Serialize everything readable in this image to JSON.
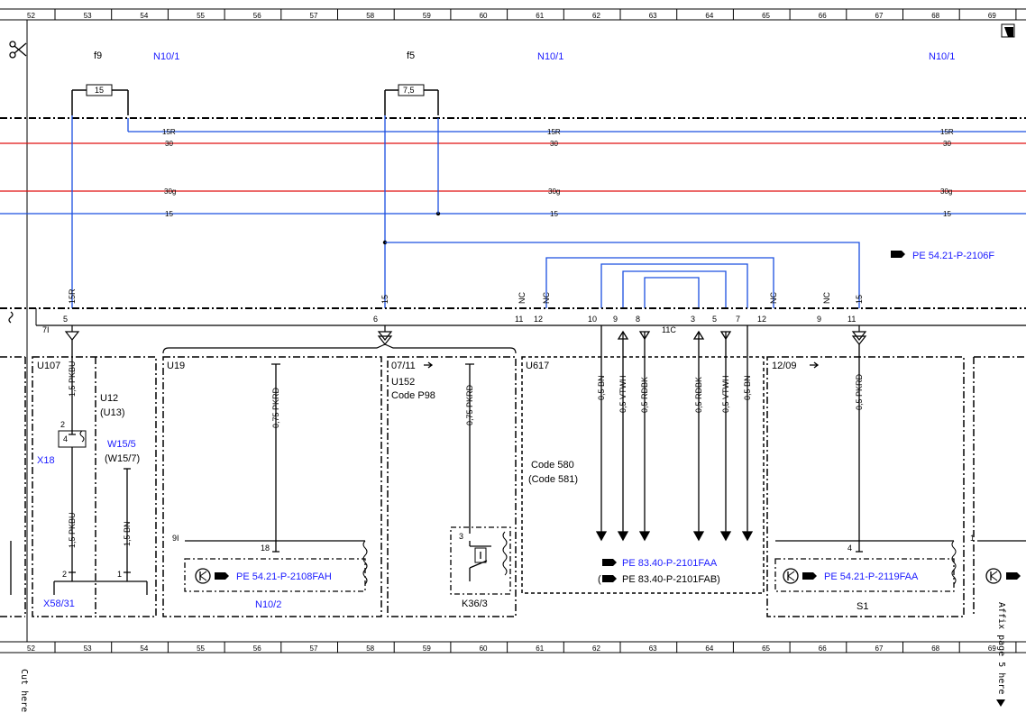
{
  "ruler": {
    "top": [
      "52",
      "53",
      "54",
      "55",
      "56",
      "57",
      "58",
      "59",
      "60",
      "61",
      "62",
      "63",
      "64",
      "65",
      "66",
      "67",
      "68",
      "69"
    ],
    "bottom": [
      "52",
      "53",
      "54",
      "55",
      "56",
      "57",
      "58",
      "59",
      "60",
      "61",
      "62",
      "63",
      "64",
      "65",
      "66",
      "67",
      "68",
      "69"
    ]
  },
  "fuses": {
    "f9": {
      "name": "f9",
      "rating": "15",
      "module": "N10/1"
    },
    "f5": {
      "name": "f5",
      "rating": "7,5",
      "module": "N10/1"
    },
    "right_module": "N10/1"
  },
  "bus": {
    "15R": "15R",
    "30": "30",
    "30g": "30g",
    "15": "15"
  },
  "ref_top_right": "PE 54.21-P-2106F",
  "connector": {
    "left_label": "7I",
    "pins": [
      "5",
      "6",
      "11",
      "12",
      "10",
      "9",
      "8",
      "3",
      "5",
      "7",
      "12",
      "9",
      "11"
    ],
    "right_label": "11C"
  },
  "terminals": {
    "t15r": "15R",
    "t15a": "15",
    "tnc1": "NC",
    "tnc2": "NC",
    "tnc3": "NC",
    "tnc4": "NC",
    "t15b": "15"
  },
  "boxes": {
    "u107": "U107",
    "u12": "U12",
    "u13": "(U13)",
    "u19": "U19",
    "b3_date": "07/11",
    "u152": "U152",
    "code_p98": "Code P98",
    "u617": "U617",
    "code580": "Code 580",
    "code581": "(Code 581)",
    "b5_date": "12/09"
  },
  "wires": {
    "pkbu_top": "1,5 PKBU",
    "pkbu_bot": "1,5 PKBU",
    "bn_15": "1,5 BN",
    "pkrd_u19": "0,75 PKRD",
    "pkrd_u152": "0,75 PKRD",
    "bn_a": "0,5 BN",
    "vtwh_a": "0,5 VTWH",
    "rdbk_a": "0,5 RDBK",
    "rdbk_b": "0,5 RDBK",
    "vtwh_b": "0,5 VTWH",
    "bn_b": "0,5 BN",
    "pkrd_s1": "0,5 PKRD"
  },
  "components": {
    "x18": "X18",
    "w15_5": "W15/5",
    "w15_7": "(W15/7)",
    "x58": "X58/31",
    "n10_2": "N10/2",
    "k36": "K36/3",
    "s1": "S1"
  },
  "pins": {
    "x18_2": "2",
    "x18_4": "4",
    "x58_2": "2",
    "x58_1": "1",
    "n10_9i": "9I",
    "n10_18": "18",
    "k36_3": "3",
    "s1_4": "4",
    "right_1": "1"
  },
  "refs": {
    "r_n10_2": "PE 54.21-P-2108FAH",
    "r_u617_a": "PE 83.40-P-2101FAA",
    "r_u617_b": "PE 83.40-P-2101FAB)",
    "r_u617_b_open": "(",
    "r_s1": "PE 54.21-P-2119FAA"
  },
  "margin": {
    "cut_here": "Cut here",
    "affix": "Affix page 5 here"
  },
  "colors": {
    "blue_wire": "#1a4fe0",
    "red_wire": "#e01010",
    "ref_text": "#1a1aff"
  }
}
